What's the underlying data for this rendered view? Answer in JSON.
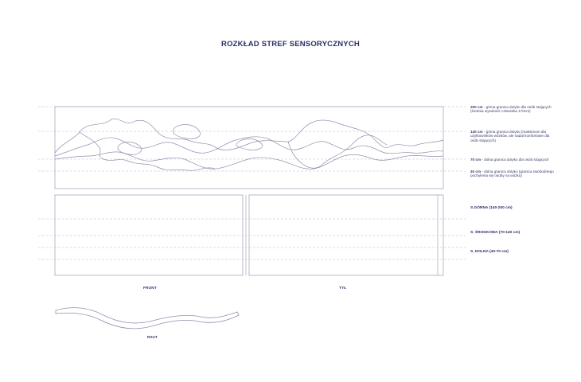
{
  "title": "ROZKŁAD STREF SENSORYCZNYCH",
  "height_notes": [
    {
      "value": "200 cm",
      "text": " - górna granica dotyku dla osób stojących (średnia wysokość człowieka 170cm)"
    },
    {
      "value": "140 cm",
      "text": " - górna granica dotyku (maksimum dla użytkowników wózków, ale nadal komfortowe dla osób stojących)"
    },
    {
      "value": "70 cm",
      "text": " - dolna granica dotyku dla osób stojących"
    },
    {
      "value": "40 cm",
      "text": " - dolna granica dotyku (granica swobodnego pochylenia się osoby na wózku)"
    }
  ],
  "zones": [
    {
      "label": "S.GÓRNA (140-200 cm)"
    },
    {
      "label": "S. ŚRODKOWA (70-140 cm)"
    },
    {
      "label": "S. DOLNA (40-70 cm)"
    }
  ],
  "captions": {
    "front": "FRONT",
    "back": "TYŁ",
    "plan": "RZUT"
  },
  "colors": {
    "line": "#9a9cb5",
    "dash": "#b9bbd0",
    "text": "#2b2f66"
  }
}
